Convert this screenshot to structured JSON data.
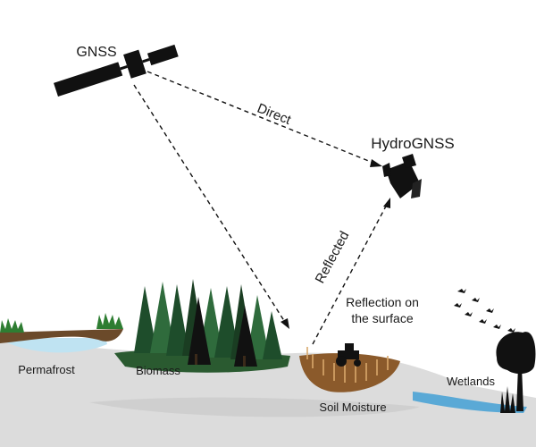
{
  "labels": {
    "gnss": "GNSS",
    "hydrognss": "HydroGNSS",
    "direct": "Direct",
    "reflected": "Reflected",
    "reflection_line1": "Reflection on",
    "reflection_line2": "the surface",
    "permafrost": "Permafrost",
    "biomass": "Biomass",
    "soil_moisture": "Soil Moisture",
    "wetlands": "Wetlands"
  },
  "colors": {
    "ground": "#dcdcdc",
    "ground_shadow": "#c9c9c9",
    "satellite": "#111111",
    "forest_dark": "#1e4d2b",
    "forest_mid": "#2f6b3c",
    "grass": "#2e7d32",
    "soil": "#8b5a2b",
    "wheat": "#d9a86c",
    "water": "#5aa9d6",
    "ice": "#bfe3f2",
    "text": "#1a1a1a"
  }
}
